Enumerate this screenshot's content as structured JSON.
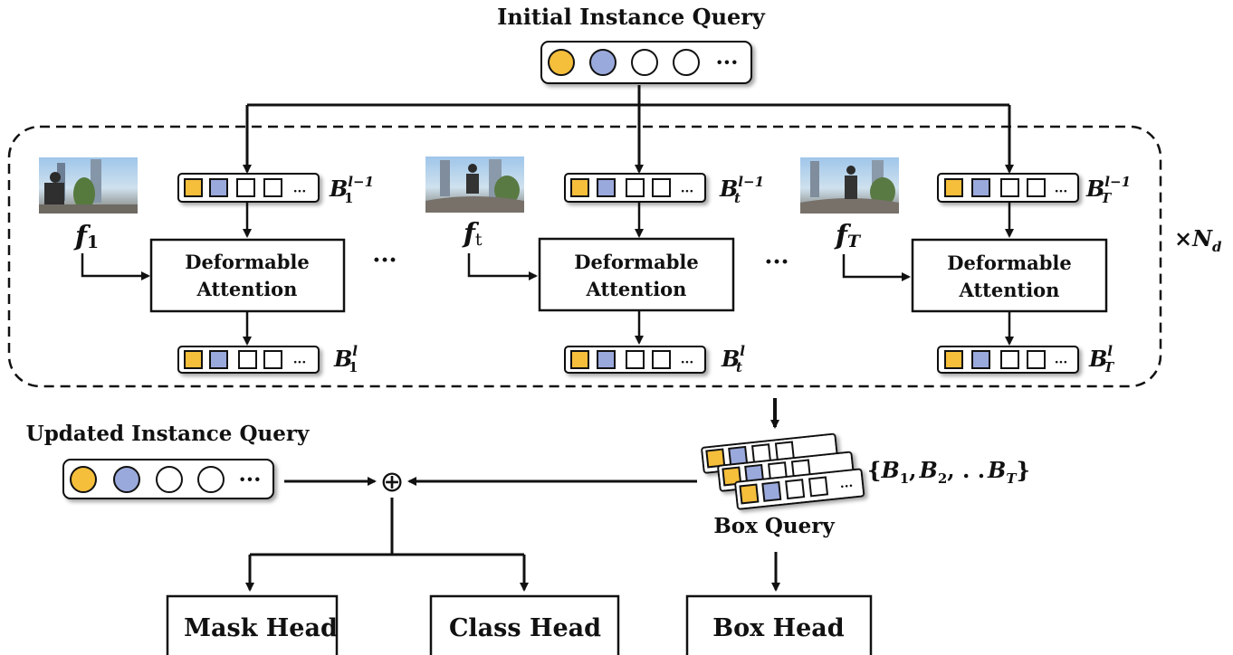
{
  "title": "Initial Instance Query",
  "updated_label": "Updated Instance Query",
  "box_query_label": "Box Query",
  "repeat_label": {
    "times": "×",
    "N": "N",
    "sub": "d"
  },
  "ellipsis": "···",
  "attention_label": [
    "Deformable",
    "Attention"
  ],
  "frames": [
    {
      "feat": "f",
      "feat_sub": "1",
      "in_label": "B",
      "in_sub": "1",
      "in_sup": "l−1",
      "out_label": "B",
      "out_sub": "1",
      "out_sup": "l"
    },
    {
      "feat": "f",
      "feat_sub": "t",
      "in_label": "B",
      "in_sub": "t",
      "in_sup": "l−1",
      "out_label": "B",
      "out_sub": "t",
      "out_sup": "l"
    },
    {
      "feat": "f",
      "feat_sub": "T",
      "in_label": "B",
      "in_sub": "T",
      "in_sup": "l−1",
      "out_label": "B",
      "out_sub": "T",
      "out_sup": "l"
    }
  ],
  "box_set": {
    "open": "{",
    "b1": "B",
    "s1": "1",
    "b2": "B",
    "s2": "2",
    "sep": ", . .",
    "bT": "B",
    "sT": "T",
    "close": "}"
  },
  "oplus": "⊕",
  "heads": {
    "mask": "Mask Head",
    "class": "Class Head",
    "box": "Box Head"
  },
  "colors": {
    "yellow": "#F5BE3B",
    "blue": "#9AA9DC",
    "line": "#111111"
  }
}
